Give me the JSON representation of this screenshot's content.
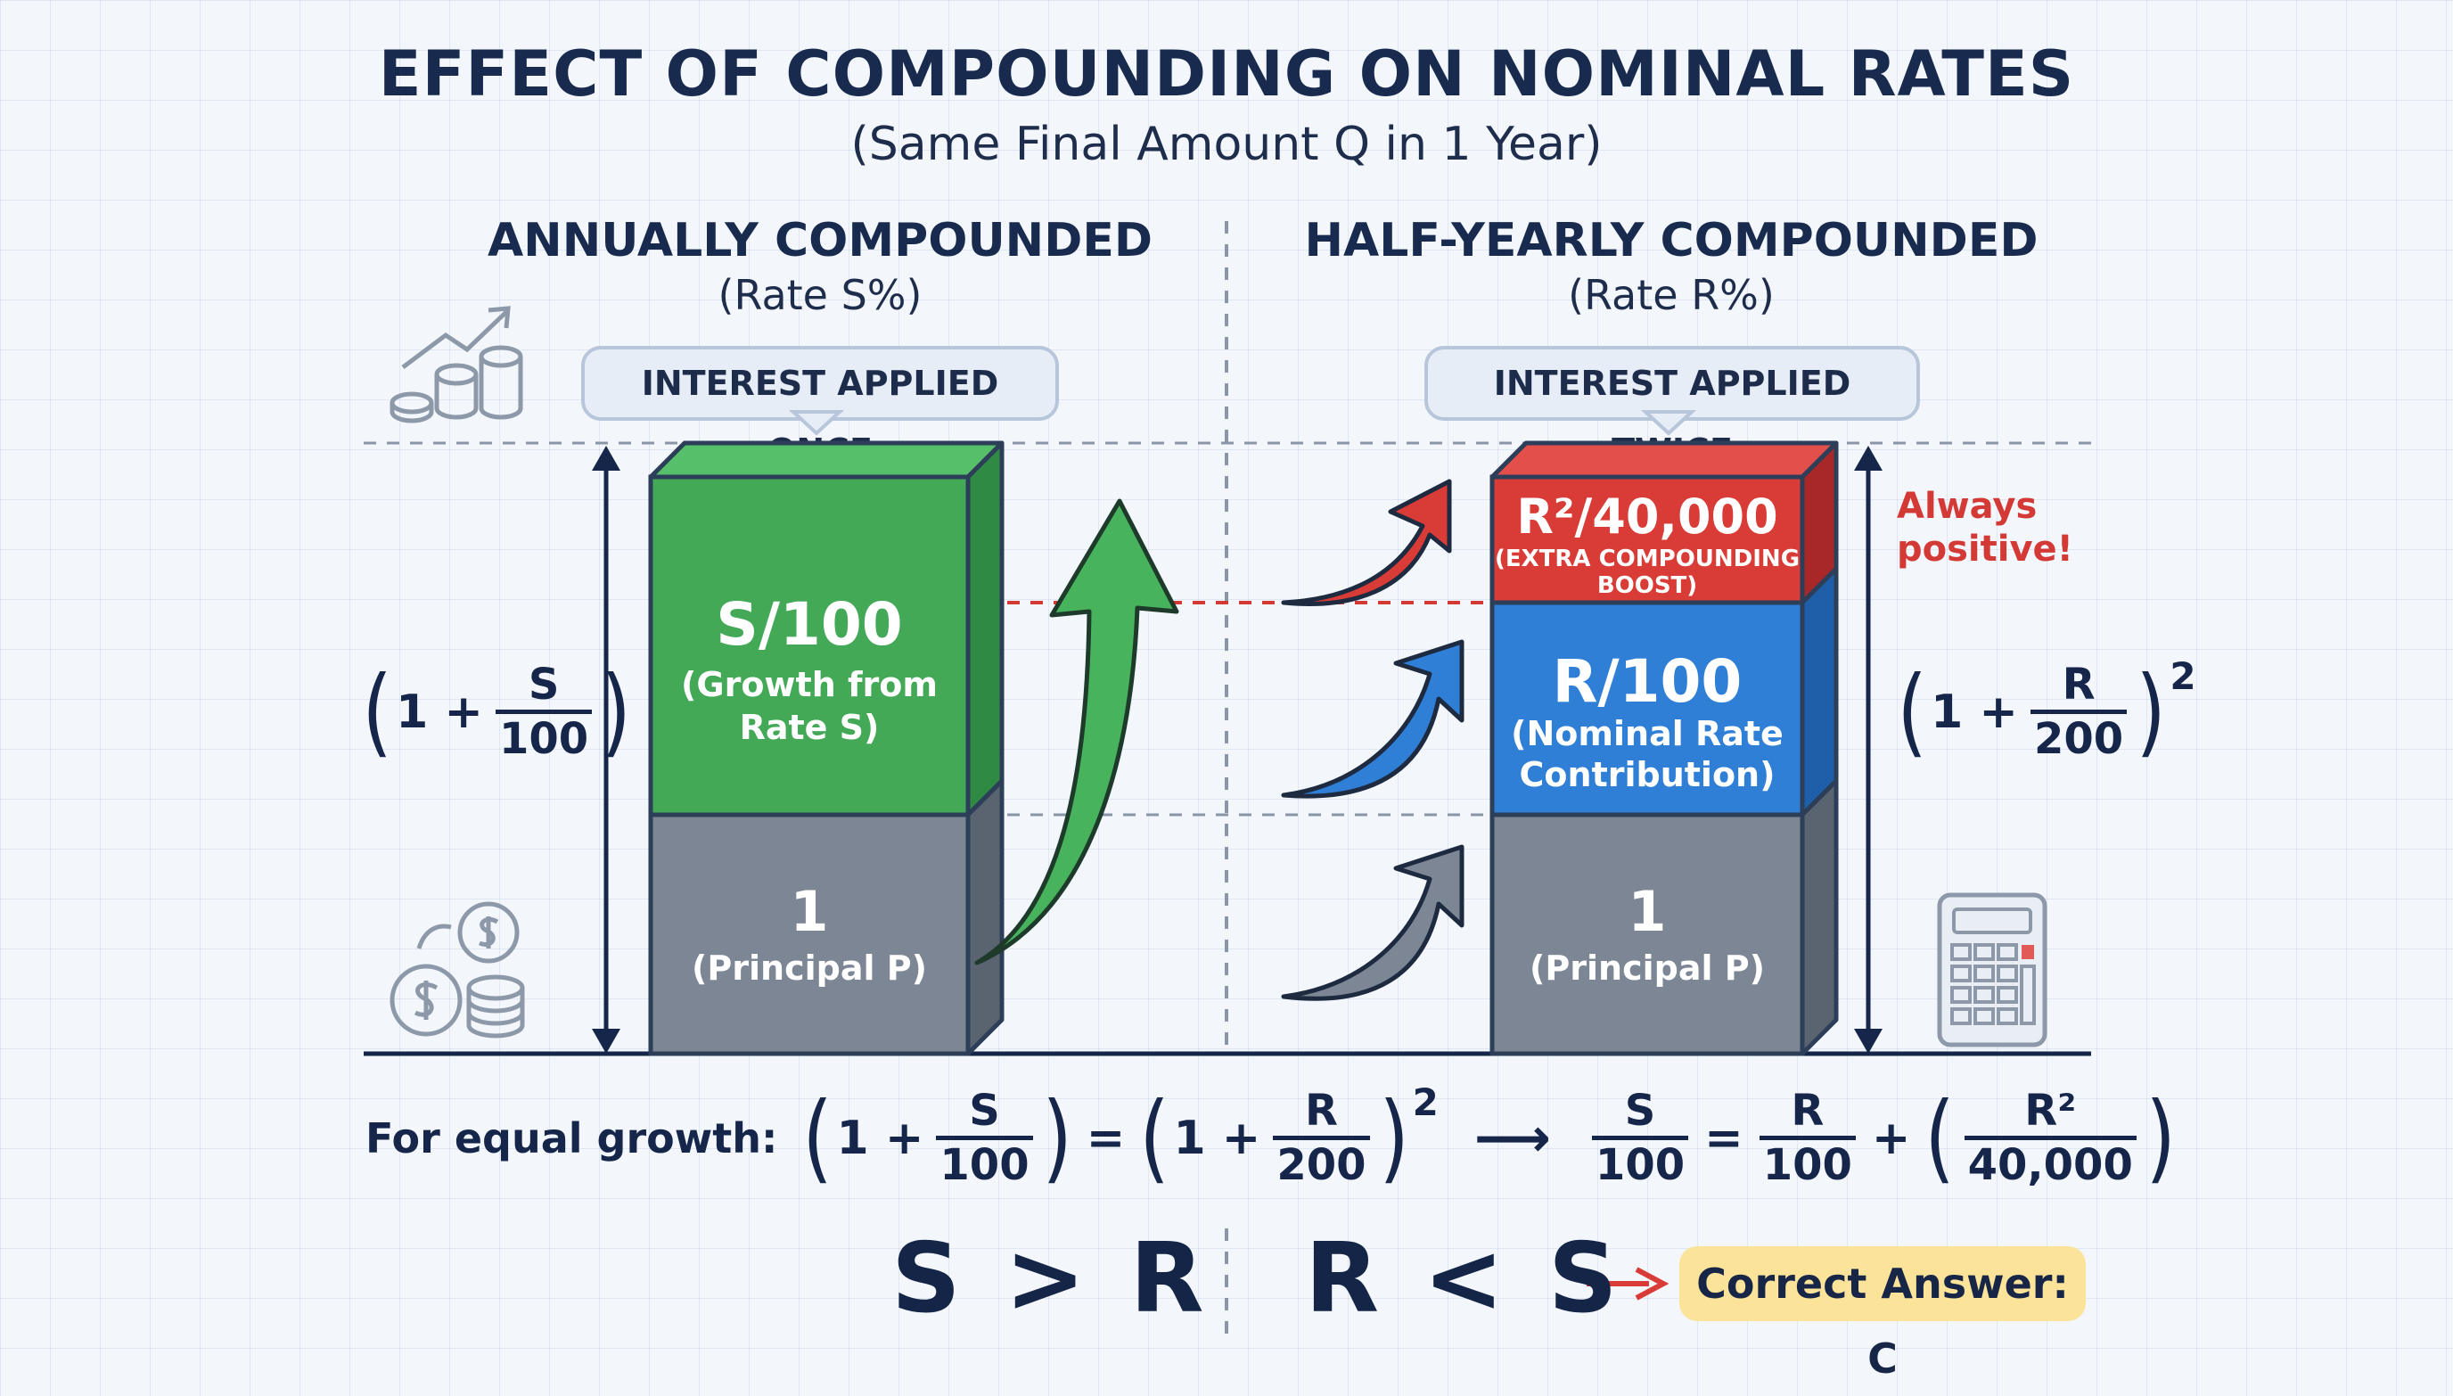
{
  "title": "EFFECT OF COMPOUNDING ON NOMINAL RATES",
  "subtitle": "(Same Final Amount Q in 1 Year)",
  "left": {
    "heading": "ANNUALLY COMPOUNDED",
    "rate": "(Rate S%)",
    "callout": "INTEREST APPLIED ONCE",
    "growth_value": "S/100",
    "growth_desc_1": "(Growth from",
    "growth_desc_2": "Rate S)",
    "principal_value": "1",
    "principal_desc": "(Principal P)",
    "formula": {
      "open": "(",
      "one_plus": "1 +",
      "num": "S",
      "den": "100",
      "close": ")"
    }
  },
  "right": {
    "heading": "HALF-YEARLY COMPOUNDED",
    "rate": "(Rate R%)",
    "callout": "INTEREST APPLIED TWICE",
    "boost_value": "R²/40,000",
    "boost_desc_1": "(EXTRA COMPOUNDING",
    "boost_desc_2": "BOOST)",
    "nominal_value": "R/100",
    "nominal_desc_1": "(Nominal Rate",
    "nominal_desc_2": "Contribution)",
    "principal_value": "1",
    "principal_desc": "(Principal P)",
    "note_1": "Always",
    "note_2": "positive!",
    "formula": {
      "open": "(",
      "one_plus": "1 +",
      "num": "R",
      "den": "200",
      "close": ")",
      "exp": "2"
    }
  },
  "equation": {
    "label": "For equal growth:",
    "lhs_one_plus": "1 +",
    "lhs_num": "S",
    "lhs_den": "100",
    "eq": "=",
    "rhs_one_plus": "1 +",
    "rhs_num": "R",
    "rhs_den": "200",
    "rhs_exp": "2",
    "arrow": "⟶",
    "r1_num": "S",
    "r1_den": "100",
    "r_eq": "=",
    "r2_num": "R",
    "r2_den": "100",
    "plus": "+",
    "r3_num": "R²",
    "r3_den": "40,000"
  },
  "conclusion": {
    "left": "S > R",
    "right": "R < S",
    "answer": "Correct Answer: C"
  },
  "colors": {
    "green": "#44a957",
    "blue": "#2f7fd6",
    "red": "#d93b36",
    "gray": "#7c8694",
    "navy": "#16264a",
    "answer_bg": "#fbe39a"
  },
  "icons": [
    "coins-growth-icon",
    "dollar-coins-icon",
    "calculator-icon"
  ]
}
